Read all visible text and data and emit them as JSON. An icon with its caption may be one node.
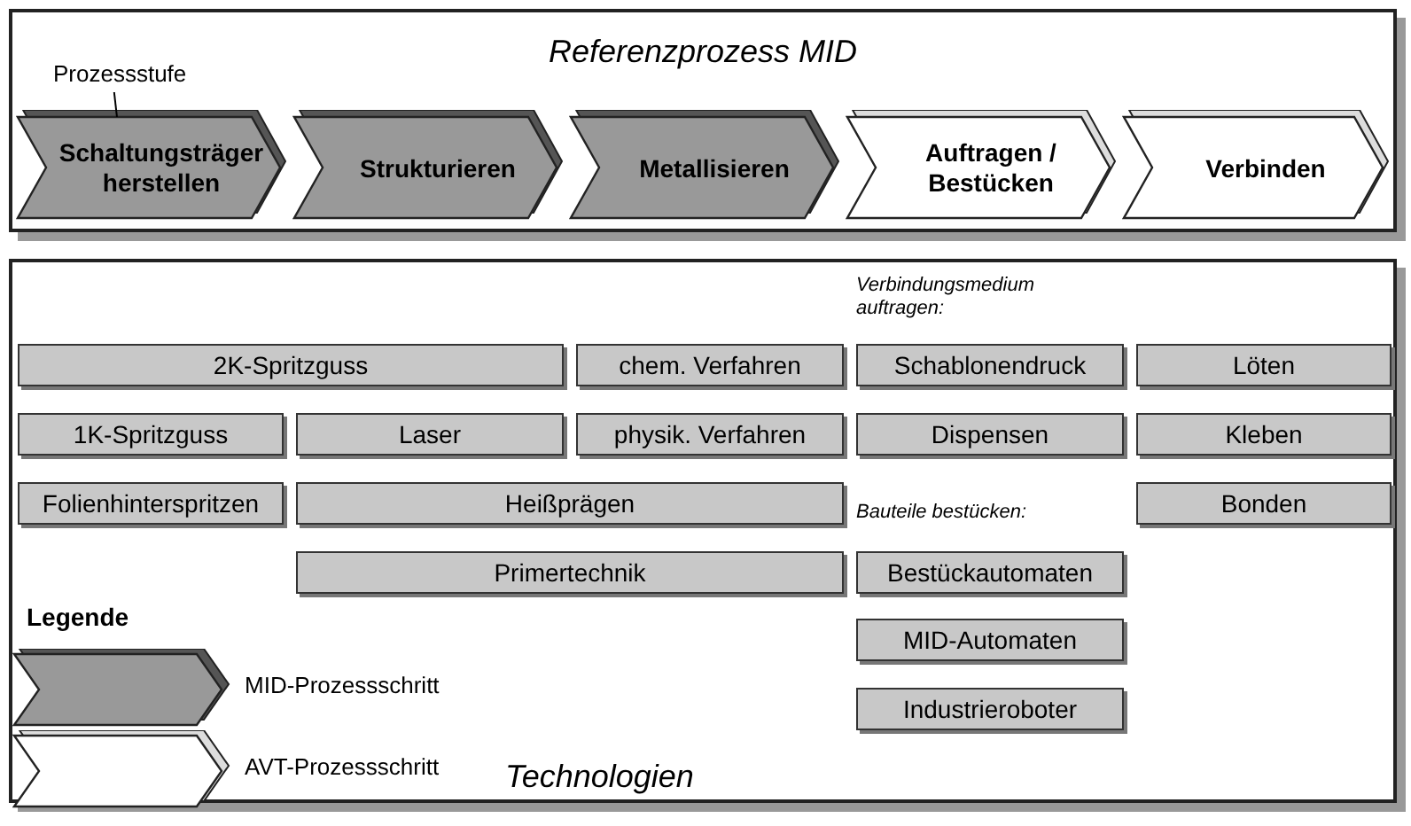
{
  "diagram": {
    "nodes": [
      {
        "text": [
          "Referenzprozess MID"
        ]
      },
      {
        "text": [
          "Schaltungsträger herstellen"
        ],
        "in": 0
      },
      {
        "text": [
          "Strukturieren"
        ],
        "in": 0
      },
      {
        "text": [
          "Metallisieren"
        ],
        "in": 0
      },
      {
        "text": [
          "Auftragen / Bestücken"
        ],
        "in": 0
      },
      {
        "text": [
          "Verbinden"
        ],
        "in": 0
      },
      {
        "text": [
          "Prozessstufe"
        ],
        "in": 0
      },
      {
        "text": [
          "Technologien"
        ]
      },
      {
        "text": [
          "2K-Spritzguss"
        ],
        "in": 7
      },
      {
        "text": [
          "chem. Verfahren"
        ],
        "in": 7
      },
      {
        "text": [
          "Schablonendruck"
        ],
        "in": 7
      },
      {
        "text": [
          "Löten"
        ],
        "in": 7
      },
      {
        "text": [
          "1K-Spritzguss"
        ],
        "in": 7
      },
      {
        "text": [
          "Laser"
        ],
        "in": 7
      },
      {
        "text": [
          "physik. Verfahren"
        ],
        "in": 7
      },
      {
        "text": [
          "Dispensen"
        ],
        "in": 7
      },
      {
        "text": [
          "Kleben"
        ],
        "in": 7
      },
      {
        "text": [
          "Folienhinterspritzen"
        ],
        "in": 7
      },
      {
        "text": [
          "Heißprägen"
        ],
        "in": 7
      },
      {
        "text": [
          "Bonden"
        ],
        "in": 7
      },
      {
        "text": [
          "Primertechnik"
        ],
        "in": 7
      },
      {
        "text": [
          "Bestückautomaten"
        ],
        "in": 7
      },
      {
        "text": [
          "MID-Automaten"
        ],
        "in": 7
      },
      {
        "text": [
          "Industrieroboter"
        ],
        "in": 7
      }
    ],
    "edges": [
      {
        "from": 6,
        "to": 1,
        "arrow": "none"
      }
    ],
    "labels": [
      "Verbindungsmedium auftragen:",
      "Bauteile bestücken:",
      "Legende"
    ],
    "legend": [
      {
        "text": "MID-Prozessschritt"
      },
      {
        "text": "AVT-Prozessschritt"
      }
    ]
  }
}
